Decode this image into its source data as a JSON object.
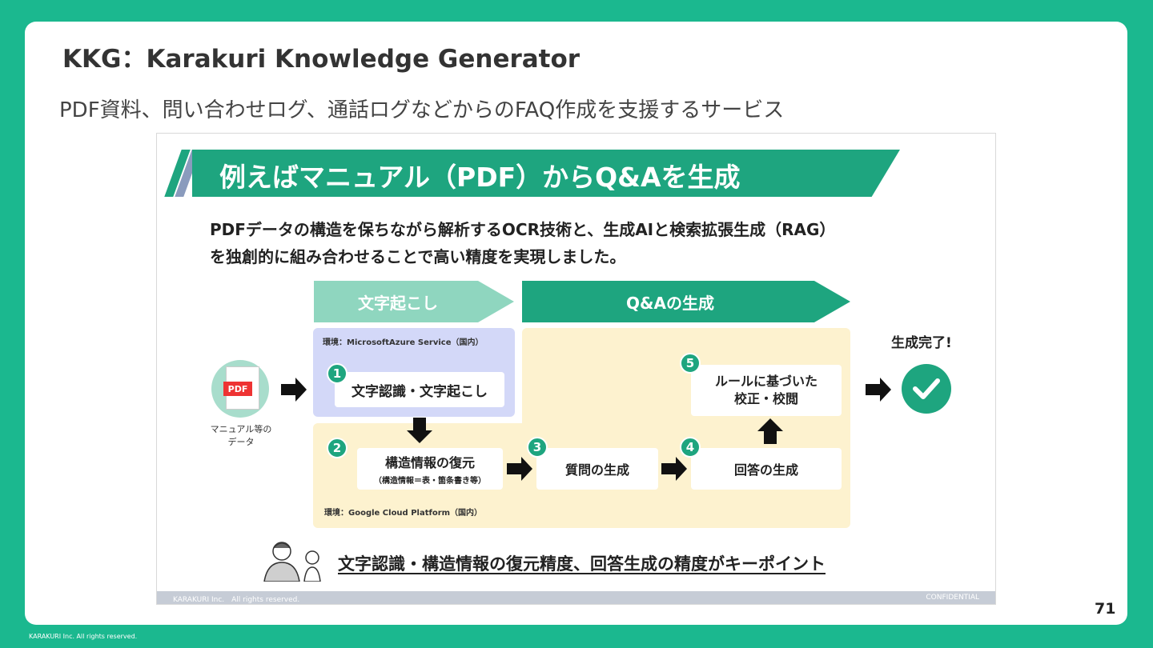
{
  "title": "KKG：Karakuri Knowledge Generator",
  "subtitle": "PDF資料、問い合わせログ、通話ログなどからのFAQ作成を支援するサービス",
  "page_number": "71",
  "outer_footer": "KARAKURI Inc. All rights reserved.",
  "slide": {
    "banner": "例えばマニュアル（PDF）からQ&Aを生成",
    "description_line1": "PDFデータの構造を保ちながら解析するOCR技術と、生成AIと検索拡張生成（RAG）",
    "description_line2": "を独創的に組み合わせることで高い精度を実現しました。",
    "phase1": "文字起こし",
    "phase2": "Q&Aの生成",
    "env_azure": "環境：MicrosoftAzure Service（国内）",
    "env_gcp": "環境：Google Cloud Platform（国内）",
    "pdf_icon": "PDF",
    "pdf_caption_line1": "マニュアル等の",
    "pdf_caption_line2": "データ",
    "steps": [
      {
        "num": "1",
        "label": "文字認識・文字起こし"
      },
      {
        "num": "2",
        "label": "構造情報の復元",
        "sub": "（構造情報＝表・箇条書き等）"
      },
      {
        "num": "3",
        "label": "質問の生成"
      },
      {
        "num": "4",
        "label": "回答の生成"
      },
      {
        "num": "5",
        "label_line1": "ルールに基づいた",
        "label_line2": "校正・校閲"
      }
    ],
    "done": "生成完了!",
    "keypoint": "文字認識・構造情報の復元精度、回答生成の精度がキーポイント",
    "footer_left": "KARAKURI Inc.　All rights reserved.",
    "footer_right": "CONFIDENTIAL"
  },
  "colors": {
    "background": "#1bb88f",
    "accent": "#1ea57f",
    "phase1": "#8fd6bf",
    "env_blue": "#d3d8f8",
    "env_yellow": "#fdf2cf"
  }
}
